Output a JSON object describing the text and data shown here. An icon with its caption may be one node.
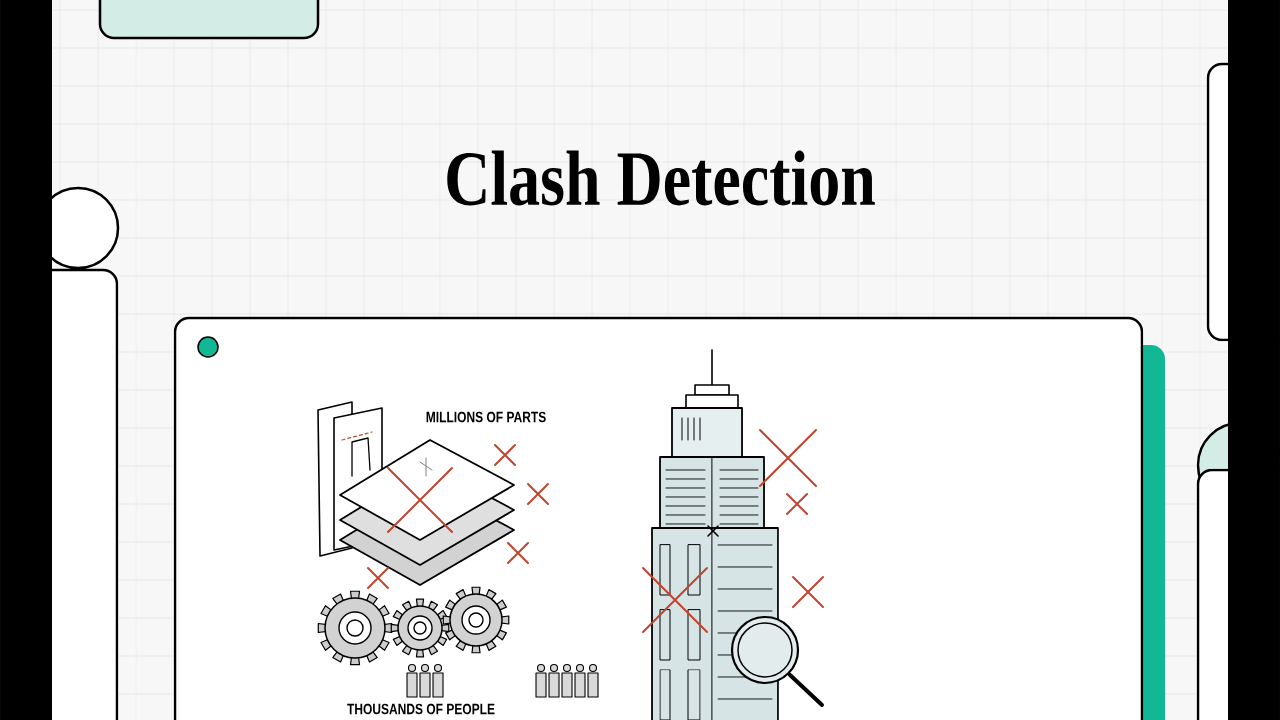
{
  "diagram": {
    "title": "Clash Detection",
    "labels": [
      "MILLIONS OF PARTS",
      "THOUSANDS OF PEOPLE"
    ]
  }
}
